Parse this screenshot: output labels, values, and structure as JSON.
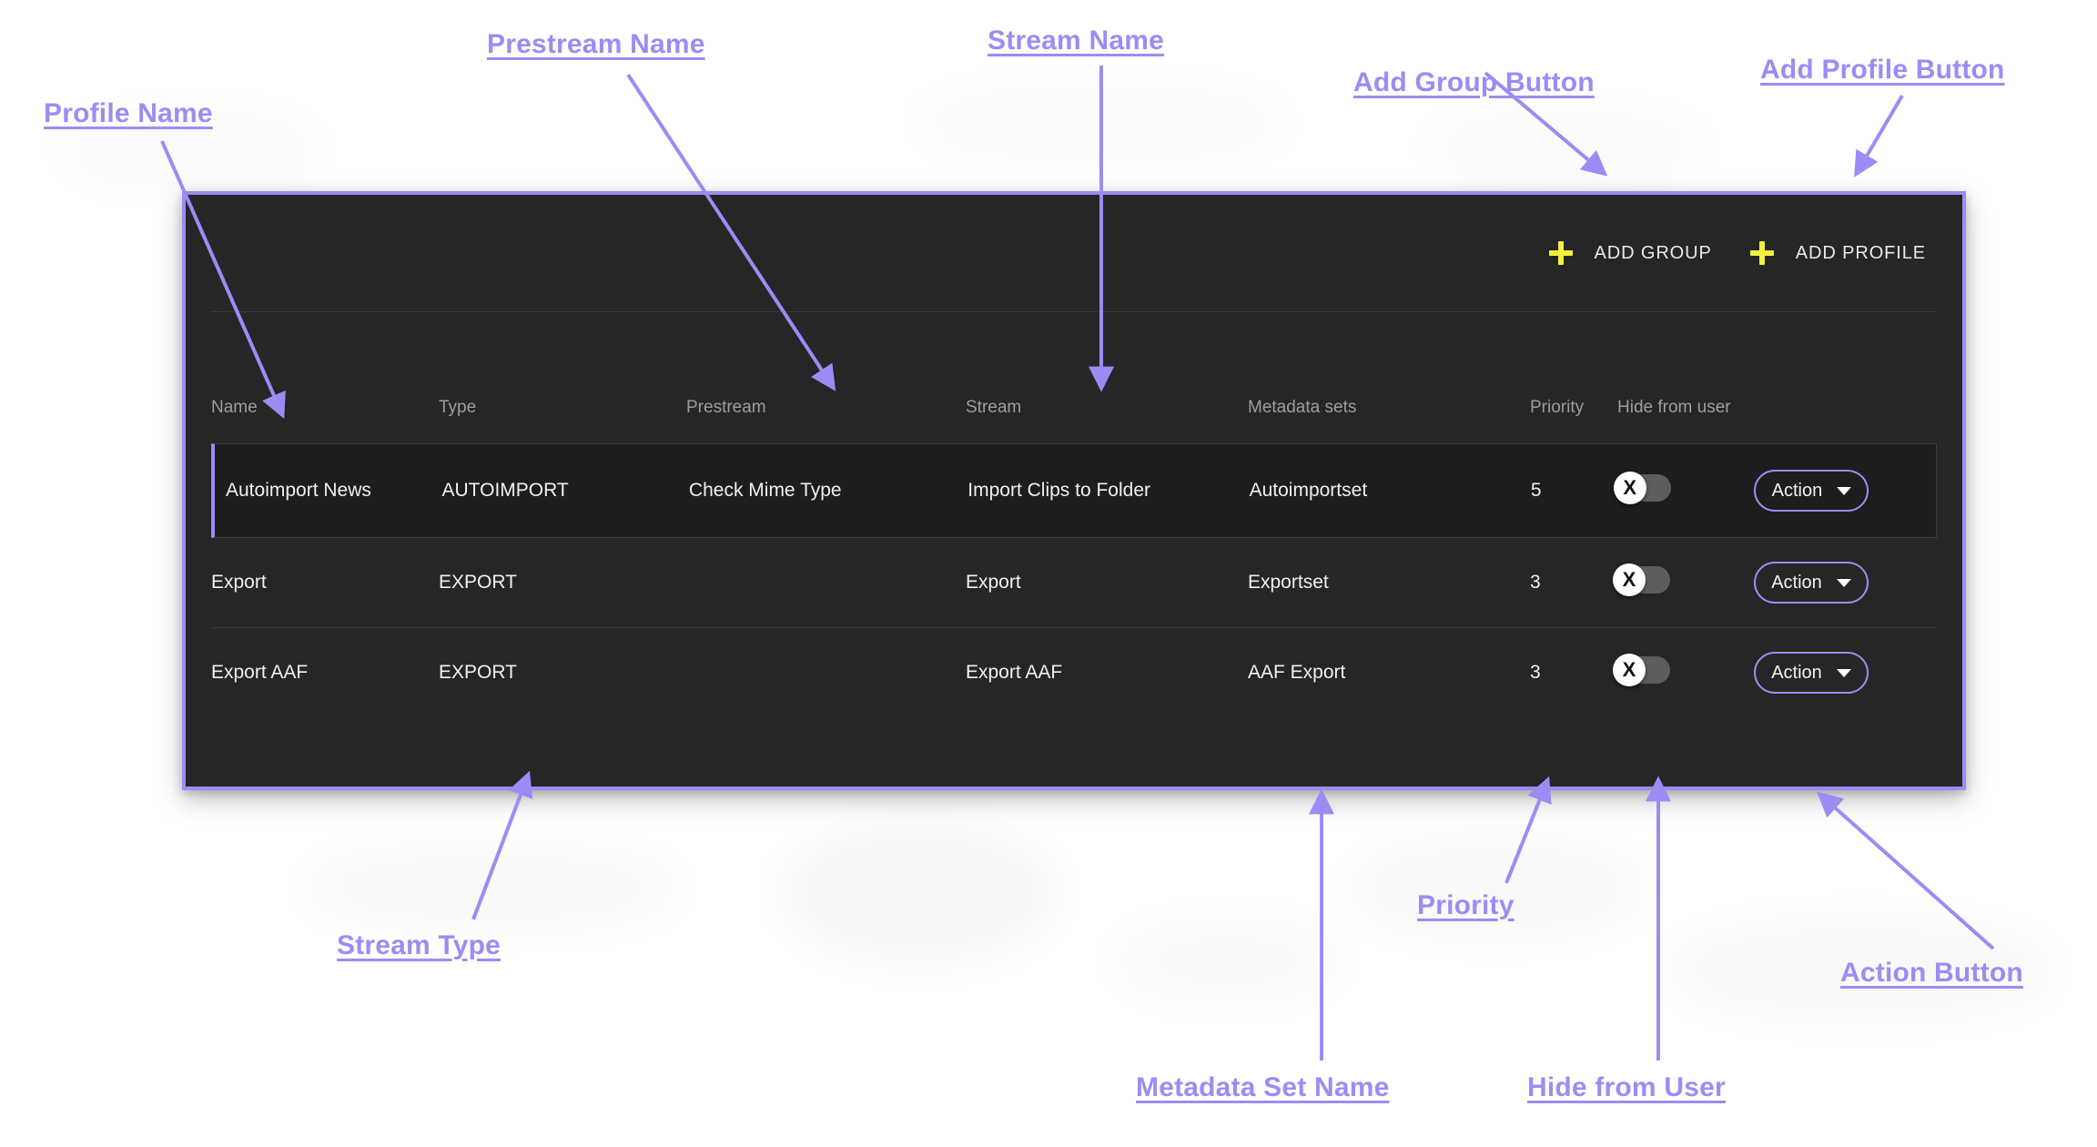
{
  "toolbar": {
    "buttons": [
      {
        "icon": "plus-icon",
        "label": "ADD GROUP"
      },
      {
        "icon": "plus-icon",
        "label": "ADD PROFILE"
      }
    ]
  },
  "table": {
    "columns": [
      "Name",
      "Type",
      "Prestream",
      "Stream",
      "Metadata sets",
      "Priority",
      "Hide from user",
      ""
    ],
    "rows": [
      {
        "name": "Autoimport News",
        "type": "AUTOIMPORT",
        "prestream": "Check Mime Type",
        "stream": "Import Clips to Folder",
        "metadata_sets": "Autoimportset",
        "priority": "5",
        "hide_from_user": "X",
        "action_label": "Action",
        "selected": true
      },
      {
        "name": "Export",
        "type": "EXPORT",
        "prestream": "",
        "stream": "Export",
        "metadata_sets": "Exportset",
        "priority": "3",
        "hide_from_user": "X",
        "action_label": "Action",
        "selected": false
      },
      {
        "name": "Export AAF",
        "type": "EXPORT",
        "prestream": "",
        "stream": "Export AAF",
        "metadata_sets": "AAF Export",
        "priority": "3",
        "hide_from_user": "X",
        "action_label": "Action",
        "selected": false
      }
    ]
  },
  "annotations": [
    {
      "id": "profile-name",
      "text": "Profile Name"
    },
    {
      "id": "prestream-name",
      "text": "Prestream Name"
    },
    {
      "id": "stream-name",
      "text": "Stream Name"
    },
    {
      "id": "add-group-button",
      "text": "Add Group Button"
    },
    {
      "id": "add-profile-button",
      "text": "Add Profile Button"
    },
    {
      "id": "stream-type",
      "text": "Stream Type"
    },
    {
      "id": "priority",
      "text": "Priority"
    },
    {
      "id": "action-button",
      "text": "Action Button"
    },
    {
      "id": "metadata-set-name",
      "text": "Metadata Set Name"
    },
    {
      "id": "hide-from-user",
      "text": "Hide from User"
    }
  ],
  "colors": {
    "annotation": "#9b8cf5",
    "panel_border": "#9b8cf5",
    "panel_bg": "#262626",
    "plus_icon": "#f2f13f",
    "selected_row_bg": "#1d1d1d",
    "page_bg": "#ffffff"
  }
}
